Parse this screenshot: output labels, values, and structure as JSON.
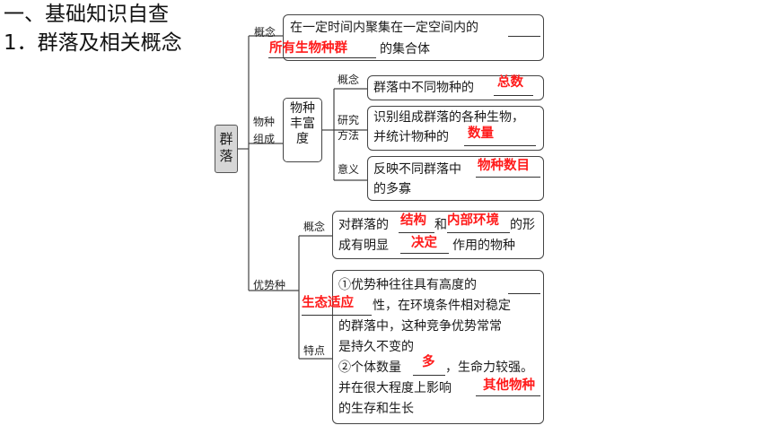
{
  "heading": {
    "line1": "一、基础知识自查",
    "line2": "1．群落及相关概念"
  },
  "root": {
    "label": "群落"
  },
  "concept": {
    "label": "概念",
    "text1": "在一定时间内聚集在一定空间内的",
    "answer": "所有生物种群",
    "text2": "的集合体"
  },
  "species_composition": {
    "label_line1": "物种",
    "label_line2": "组成",
    "richness": {
      "line1": "物种",
      "line2": "丰富",
      "line3": "度"
    },
    "concept": {
      "label": "概念",
      "text": "群落中不同物种的",
      "answer": "总数"
    },
    "method": {
      "label_line1": "研究",
      "label_line2": "方法",
      "text1": "识别组成群落的各种生物，",
      "text2": "并统计物种的",
      "answer": "数量"
    },
    "meaning": {
      "label": "意义",
      "text1": "反映不同群落中",
      "answer": "物种数目",
      "text2": "的多寡"
    }
  },
  "dominant_species": {
    "label": "优势种",
    "concept": {
      "label": "概念",
      "text1": "对群落的",
      "answer1": "结构",
      "text2": "和",
      "answer2": "内部环境",
      "text3": "的形",
      "text4": "成有明显",
      "answer3": "决定",
      "text5": "作用的物种"
    },
    "features": {
      "label": "特点",
      "line1": "①优势种往往具有高度的",
      "answer1": "生态适应",
      "line2": "性，在环境条件相对稳定",
      "line3": "的群落中，这种竞争优势常常",
      "line4": "是持久不变的",
      "line5a": "②个体数量",
      "answer2": "多",
      "line5b": "，生命力较强。",
      "line6": "并在很大程度上影响",
      "answer3": "其他物种",
      "line7": "的生存和生长"
    }
  }
}
